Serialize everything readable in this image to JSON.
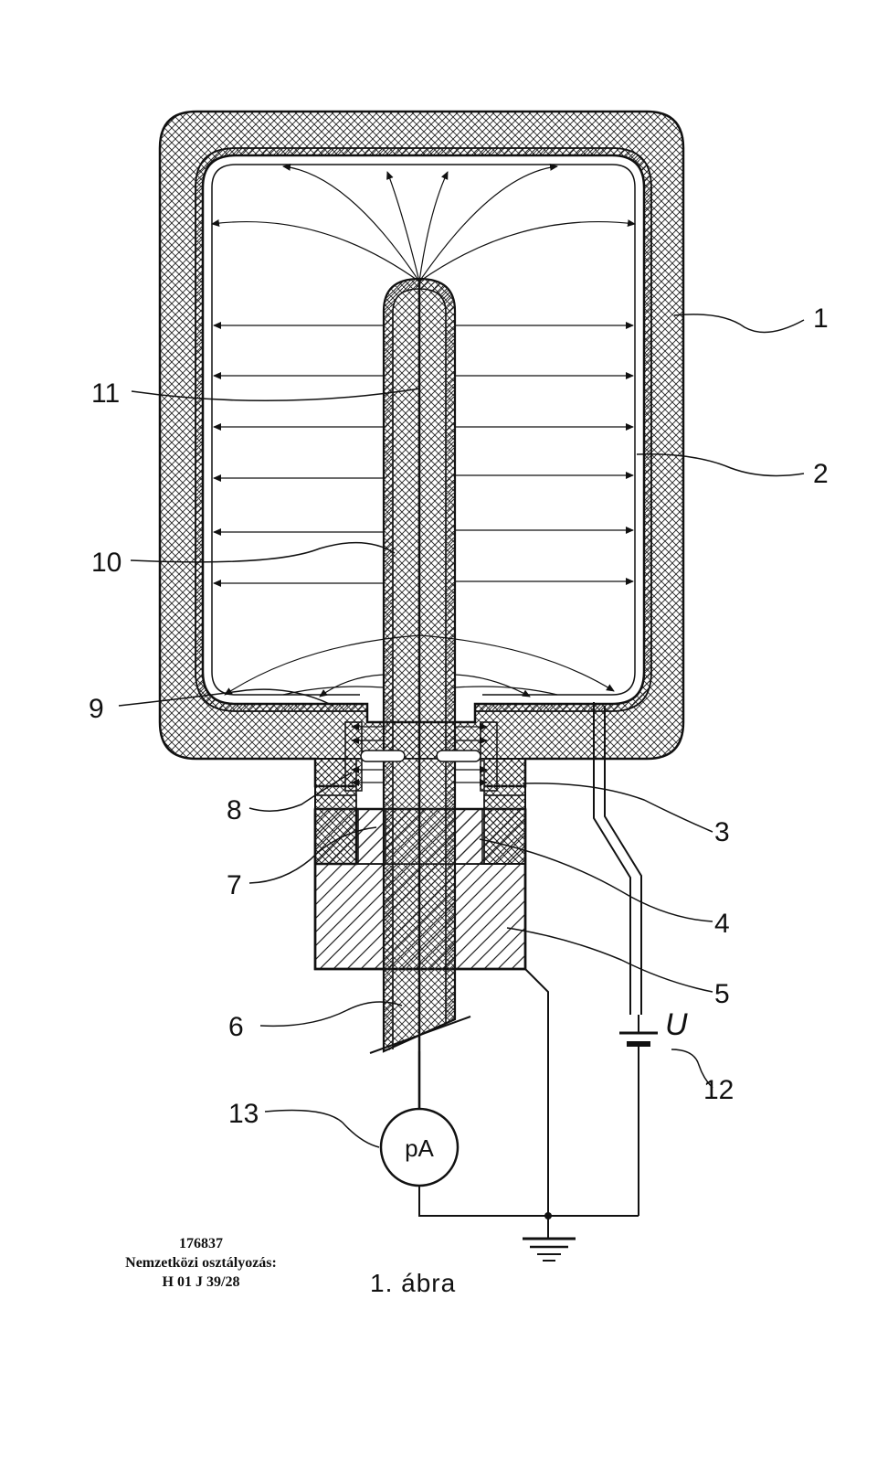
{
  "labels": {
    "n1": "1",
    "n2": "2",
    "n3": "3",
    "n4": "4",
    "n5": "5",
    "n6": "6",
    "n7": "7",
    "n8": "8",
    "n9": "9",
    "n10": "10",
    "n11": "11",
    "n12": "12",
    "n13": "13",
    "voltage": "U",
    "meter": "pA"
  },
  "classification": {
    "number": "176837",
    "line1": "Nemzetközi osztályozás:",
    "line2": "H 01 J 39/28"
  },
  "caption": "1. ábra"
}
